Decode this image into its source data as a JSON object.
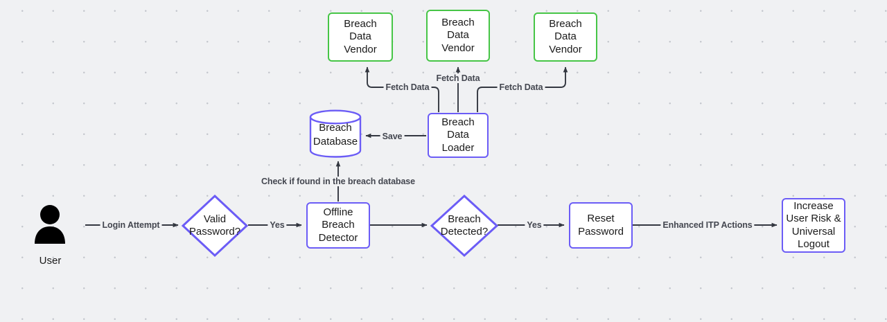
{
  "canvas": {
    "background_color": "#f0f1f3",
    "grid": "dot-grid"
  },
  "colors": {
    "node_border_purple": "#6b5cf6",
    "node_border_green": "#46c546",
    "node_fill": "#ffffff",
    "edge": "#333740",
    "label_text": "#444750",
    "grid_dot": "#c3c6cc"
  },
  "actors": {
    "user": {
      "icon": "user-person-icon",
      "label": "User"
    }
  },
  "nodes": {
    "vendor_1": {
      "label": "Breach\nData\nVendor",
      "lines": [
        "Breach",
        "Data",
        "Vendor"
      ],
      "shape": "rect",
      "color": "#46c546"
    },
    "vendor_2": {
      "label": "Breach\nData\nVendor",
      "lines": [
        "Breach",
        "Data",
        "Vendor"
      ],
      "shape": "rect",
      "color": "#46c546"
    },
    "vendor_3": {
      "label": "Breach\nData\nVendor",
      "lines": [
        "Breach",
        "Data",
        "Vendor"
      ],
      "shape": "rect",
      "color": "#46c546"
    },
    "breach_database": {
      "label": "Breach\nDatabase",
      "lines": [
        "Breach",
        "Database"
      ],
      "shape": "cylinder",
      "color": "#6b5cf6"
    },
    "breach_data_loader": {
      "label": "Breach\nData\nLoader",
      "lines": [
        "Breach",
        "Data",
        "Loader"
      ],
      "shape": "rect",
      "color": "#6b5cf6"
    },
    "valid_password": {
      "label": "Valid\nPassword?",
      "lines": [
        "Valid",
        "Password?"
      ],
      "shape": "diamond",
      "color": "#6b5cf6"
    },
    "offline_breach_detector": {
      "label": "Offline\nBreach\nDetector",
      "lines": [
        "Offline",
        "Breach",
        "Detector"
      ],
      "shape": "rect",
      "color": "#6b5cf6"
    },
    "breach_detected": {
      "label": "Breach\nDetected?",
      "lines": [
        "Breach",
        "Detected?"
      ],
      "shape": "diamond",
      "color": "#6b5cf6"
    },
    "reset_password": {
      "label": "Reset\nPassword",
      "lines": [
        "Reset",
        "Password"
      ],
      "shape": "rect",
      "color": "#6b5cf6"
    },
    "increase_user_risk": {
      "label": "Increase\nUser Risk &\nUniversal\nLogout",
      "lines": [
        "Increase",
        "User Risk &",
        "Universal",
        "Logout"
      ],
      "shape": "rect",
      "color": "#6b5cf6"
    }
  },
  "edges": [
    {
      "id": "e-login",
      "from": "user",
      "to": "valid_password",
      "label": "Login Attempt"
    },
    {
      "id": "e-valid-yes",
      "from": "valid_password",
      "to": "offline_breach_detector",
      "label": "Yes"
    },
    {
      "id": "e-detector-detected",
      "from": "offline_breach_detector",
      "to": "breach_detected",
      "label": ""
    },
    {
      "id": "e-detected-yes",
      "from": "breach_detected",
      "to": "reset_password",
      "label": "Yes"
    },
    {
      "id": "e-reset-increase",
      "from": "reset_password",
      "to": "increase_user_risk",
      "label": "Enhanced ITP Actions"
    },
    {
      "id": "e-check-db",
      "from": "offline_breach_detector",
      "to": "breach_database",
      "label": "Check if found in the breach database"
    },
    {
      "id": "e-save",
      "from": "breach_data_loader",
      "to": "breach_database",
      "label": "Save"
    },
    {
      "id": "e-fetch-1",
      "from": "breach_data_loader",
      "to": "vendor_1",
      "label": "Fetch Data"
    },
    {
      "id": "e-fetch-2",
      "from": "breach_data_loader",
      "to": "vendor_2",
      "label": "Fetch Data"
    },
    {
      "id": "e-fetch-3",
      "from": "breach_data_loader",
      "to": "vendor_3",
      "label": "Fetch Data"
    }
  ]
}
